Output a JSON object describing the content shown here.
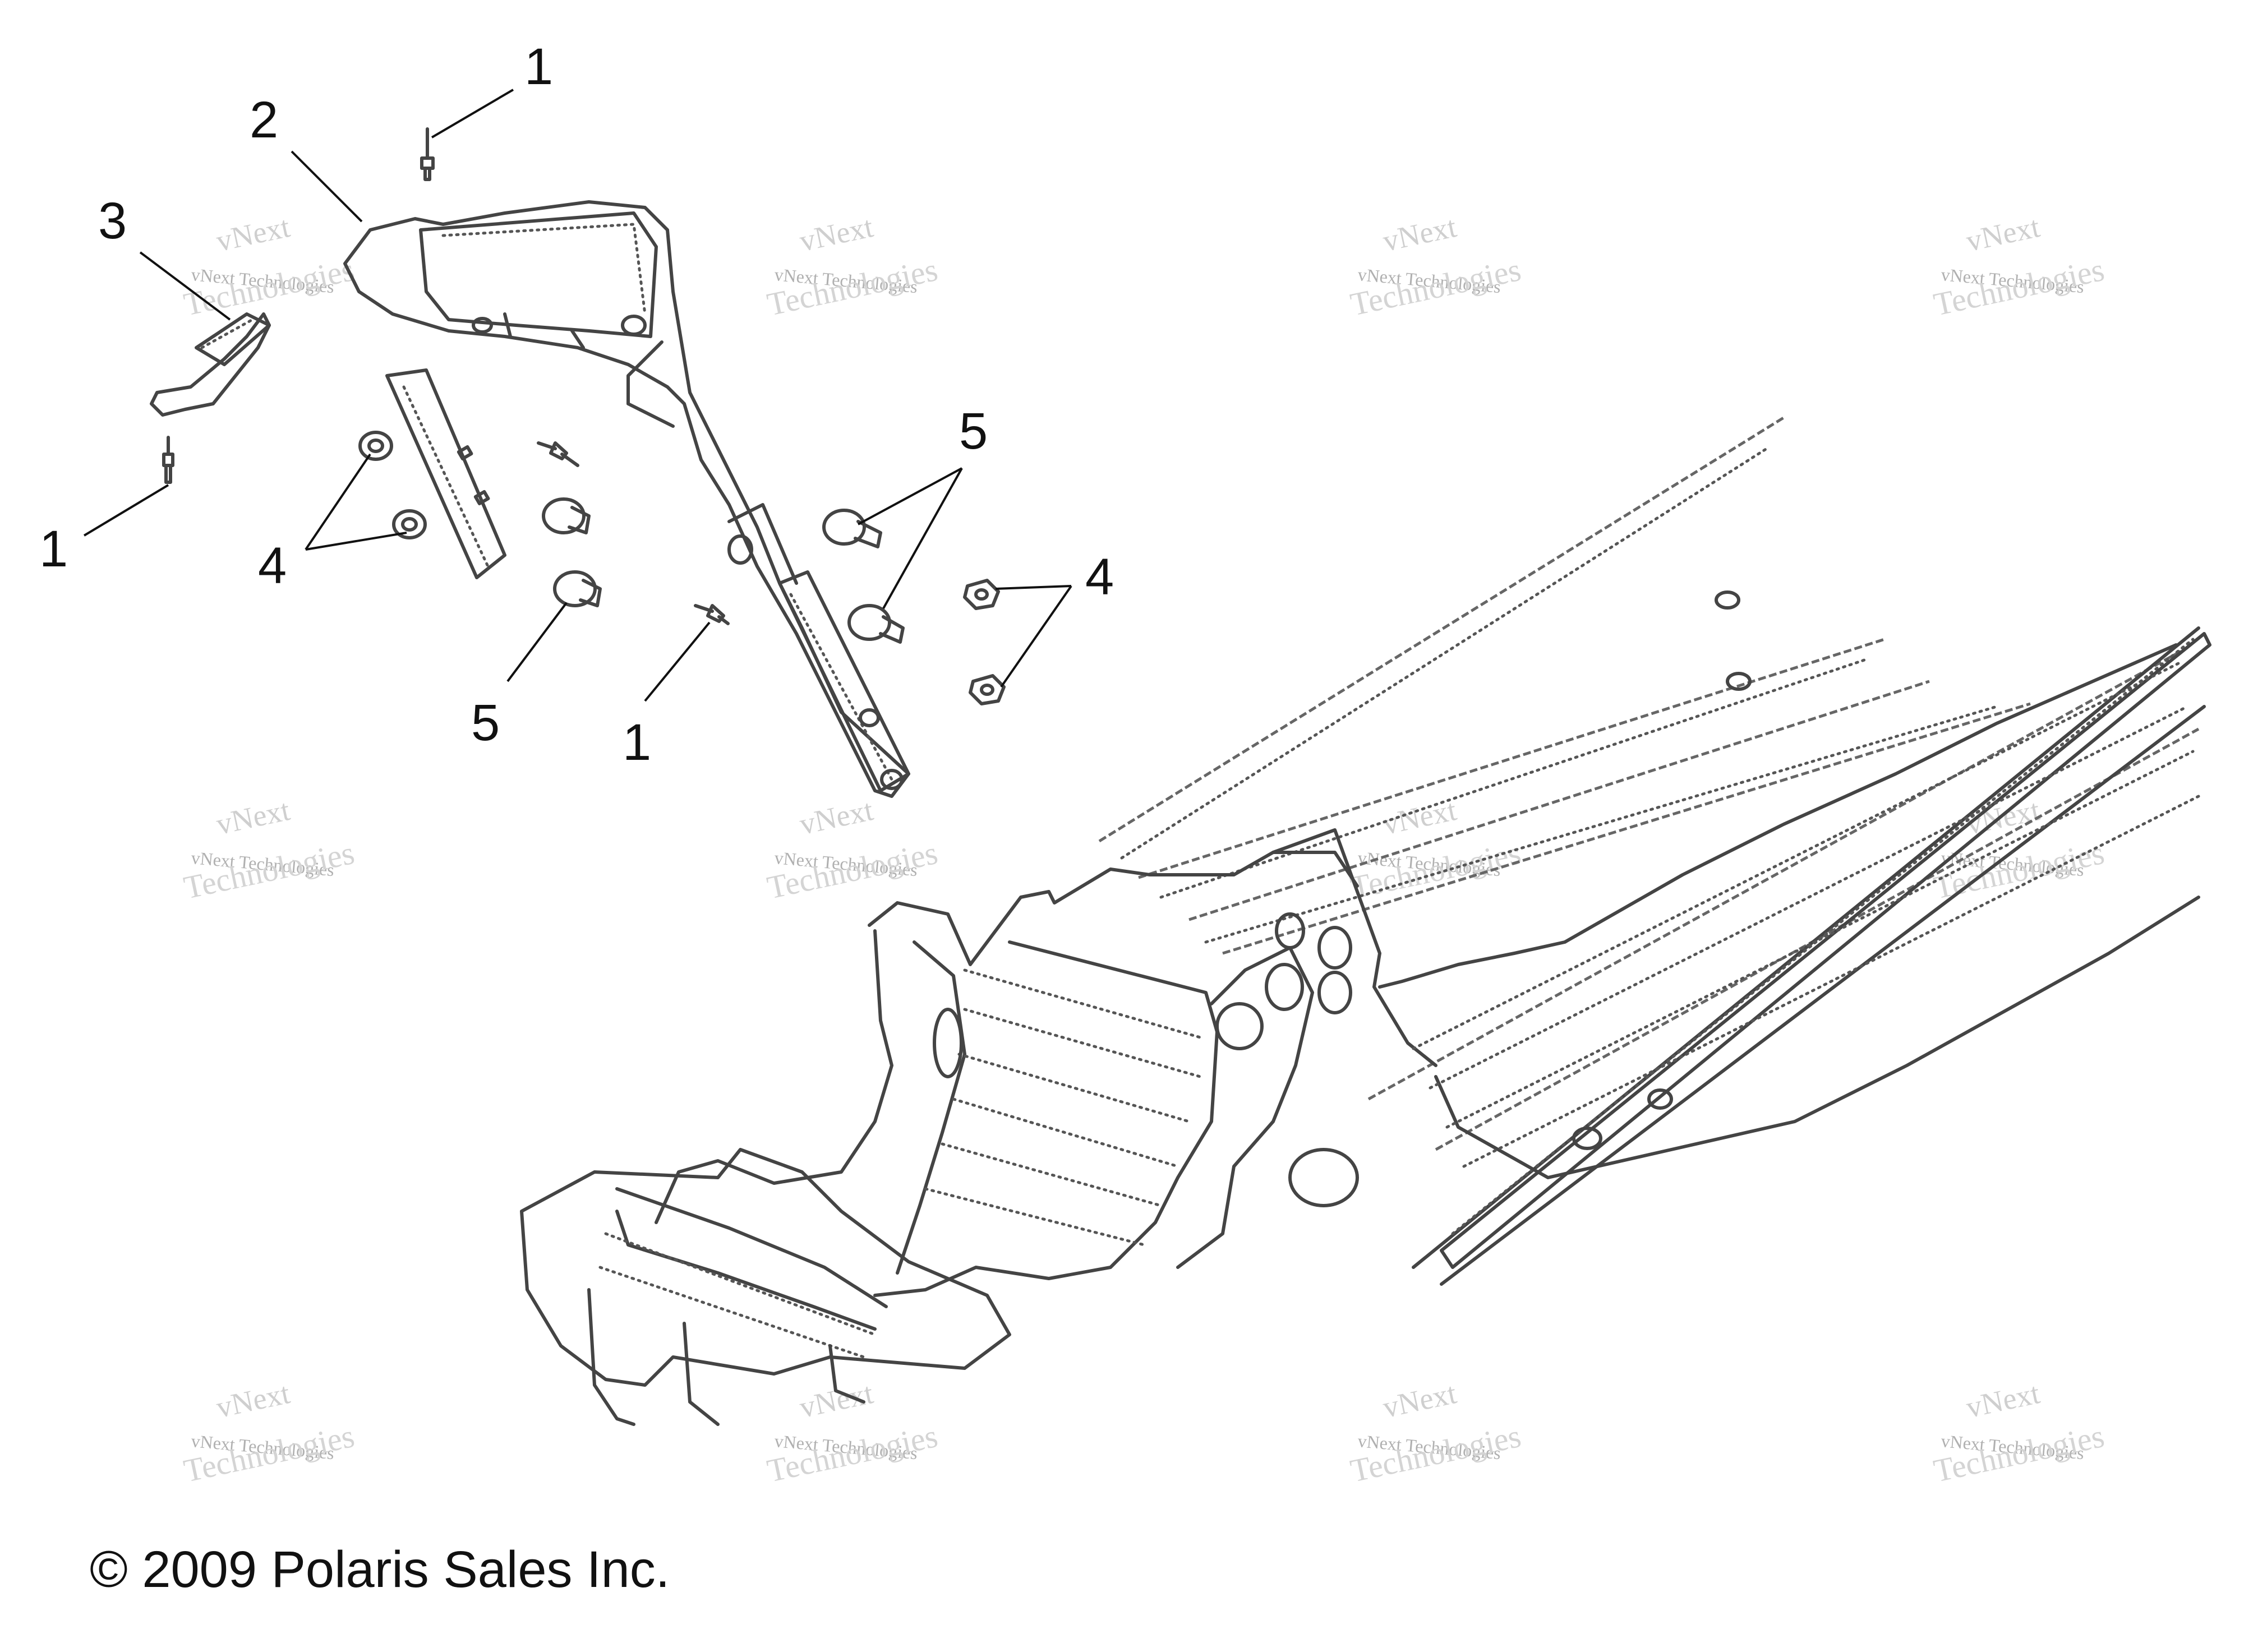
{
  "callouts": [
    {
      "id": "c1a",
      "label": "1"
    },
    {
      "id": "c2",
      "label": "2"
    },
    {
      "id": "c3",
      "label": "3"
    },
    {
      "id": "c1b",
      "label": "1"
    },
    {
      "id": "c4a",
      "label": "4"
    },
    {
      "id": "c5a",
      "label": "5"
    },
    {
      "id": "c4b",
      "label": "4"
    },
    {
      "id": "c5b",
      "label": "5"
    },
    {
      "id": "c1c",
      "label": "1"
    }
  ],
  "watermark": {
    "line1": "vNext",
    "line2": "vNext Technologies",
    "line3": "Technologies"
  },
  "copyright": "© 2009 Polaris Sales Inc."
}
